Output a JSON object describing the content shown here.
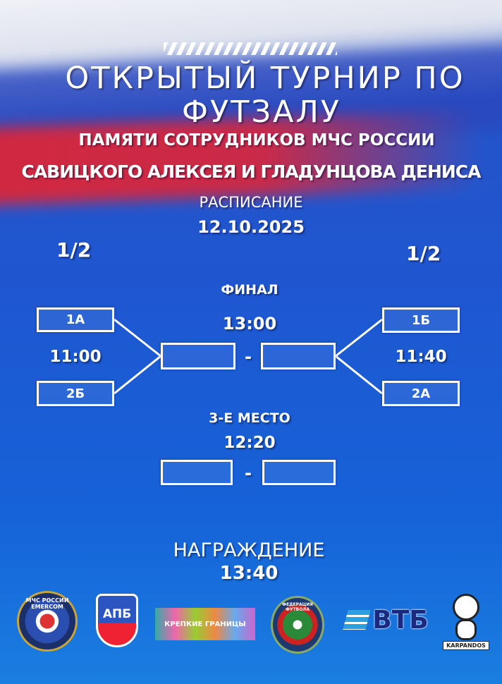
{
  "title_line1": "ОТКРЫТЫЙ ТУРНИР ПО",
  "title_line2": "ФУТЗАЛУ",
  "subtitle_line1": "ПАМЯТИ СОТРУДНИКОВ МЧС РОССИИ",
  "subtitle_line2": "САВИЦКОГО АЛЕКСЕЯ И ГЛАДУНЦОВА ДЕНИСА",
  "schedule_label": "РАСПИСАНИЕ",
  "date": "12.10.2025",
  "semifinal_left": {
    "stage": "1/2",
    "team_top": "1А",
    "time": "11:00",
    "team_bottom": "2Б"
  },
  "semifinal_right": {
    "stage": "1/2",
    "team_top": "1Б",
    "time": "11:40",
    "team_bottom": "2А"
  },
  "final": {
    "label": "ФИНАЛ",
    "time": "13:00",
    "separator": "-"
  },
  "third_place": {
    "label": "3-Е МЕСТО",
    "time": "12:20",
    "separator": "-"
  },
  "award": {
    "label": "НАГРАЖДЕНИЕ",
    "time": "13:40"
  },
  "sponsors": [
    {
      "name": "МЧС РОССИИ EMERCOM"
    },
    {
      "name": "АПБ"
    },
    {
      "name": "КРЕПКИЕ ГРАНИЦЫ"
    },
    {
      "name": "ФЕДЕРАЦИЯ ФУТБОЛА"
    },
    {
      "name": "ВТБ"
    },
    {
      "name": "KARPANDOS"
    }
  ]
}
